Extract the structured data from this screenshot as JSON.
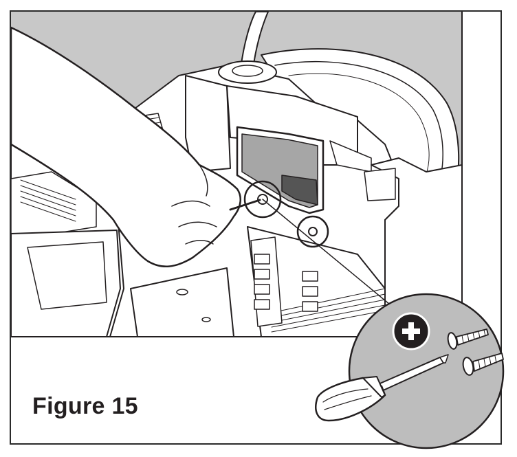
{
  "figure": {
    "caption": "Figure 15"
  },
  "colors": {
    "line": "#231f20",
    "background_gray": "#c8c8c8",
    "panel_gray": "#a6a6a6",
    "dark_part": "#555555",
    "white": "#ffffff",
    "inset_fill": "#bdbdbd"
  },
  "icons": {
    "plus_badge": "plus-icon",
    "tool": "screwdriver-icon",
    "fasteners": "screw-icon"
  },
  "inset": {
    "screw_count": 2,
    "screw_head_type": "phillips"
  }
}
